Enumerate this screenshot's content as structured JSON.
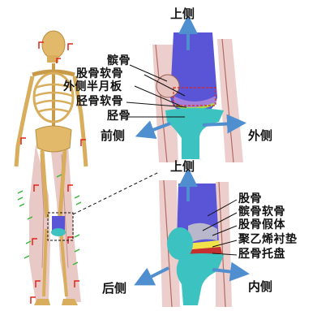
{
  "top_view": {
    "direction_up": "上侧",
    "direction_front": "前侧",
    "direction_lateral": "外侧",
    "labels": [
      "髌骨",
      "股骨软骨",
      "外侧半月板",
      "胫骨软骨",
      "胫骨"
    ]
  },
  "bottom_view": {
    "direction_up": "上侧",
    "direction_back": "后侧",
    "direction_medial": "内侧",
    "labels": [
      "股骨",
      "髌骨软骨",
      "股骨假体",
      "聚乙烯衬垫",
      "胫骨托盘"
    ]
  },
  "colors": {
    "bone": "#e2b86a",
    "muscle": "#e7c3bf",
    "femur": "#5a55d6",
    "tibia": "#3cc2c0",
    "arrow": "#4f8fd0",
    "marker_red": "#e0241c",
    "marker_green": "#36b536"
  }
}
